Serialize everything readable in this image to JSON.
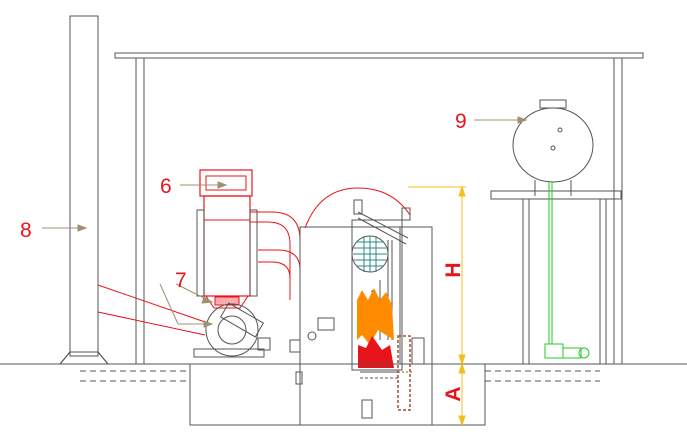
{
  "labels": {
    "chimney": "8",
    "dust_collector": "6",
    "fan": "7",
    "tank": "9"
  },
  "dimensions": {
    "height": "H",
    "depth": "A"
  },
  "colors": {
    "line": "#555555",
    "red": "#e8141c",
    "green": "#22cc22",
    "dimension": "#f0c020",
    "flame_orange": "#ff8c00",
    "grate_brown": "#a0522d",
    "leader": "#a09070",
    "tube_teal": "#2a8a8a"
  }
}
